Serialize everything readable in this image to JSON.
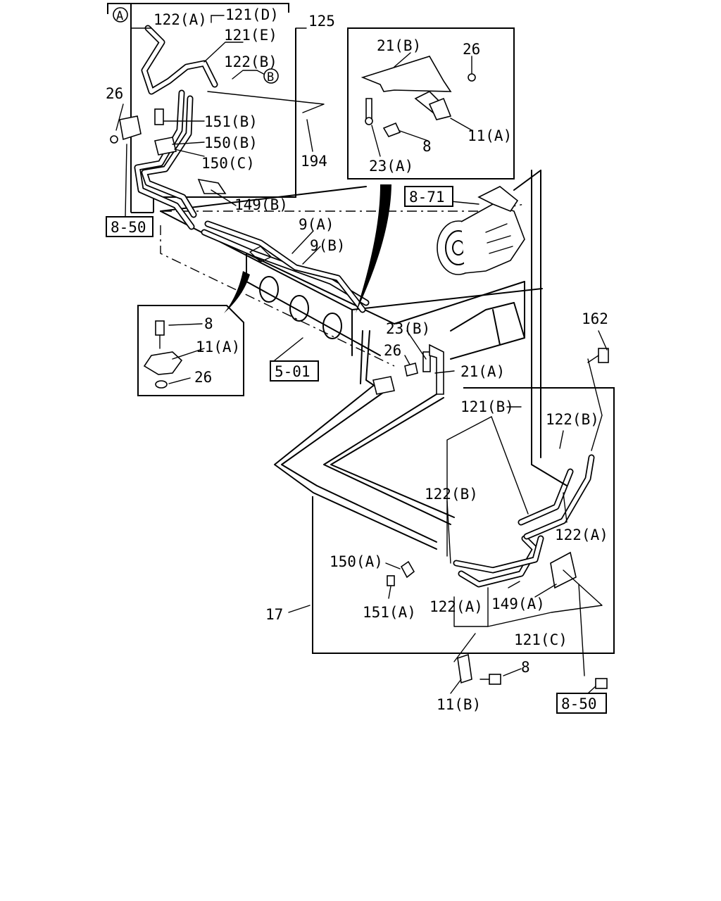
{
  "callouts": {
    "c_122A_top": "122(A)",
    "c_121D": "121(D)",
    "c_125": "125",
    "c_121E": "121(E)",
    "c_122B_top": "122(B)",
    "c_26_left": "26",
    "c_151B": "151(B)",
    "c_150B": "150(B)",
    "c_150C": "150(C)",
    "c_149B": "149(B)",
    "c_194": "194",
    "c_21B": "21(B)",
    "c_26_detail": "26",
    "c_8_detail": "8",
    "c_11A_detail": "11(A)",
    "c_23A": "23(A)",
    "c_9A": "9(A)",
    "c_9B": "9(B)",
    "c_8_inset": "8",
    "c_11A_inset": "11(A)",
    "c_26_inset": "26",
    "c_23B": "23(B)",
    "c_26_mid": "26",
    "c_21A": "21(A)",
    "c_162": "162",
    "c_121B": "121(B)",
    "c_122B_right": "122(B)",
    "c_122B_mid": "122(B)",
    "c_122A_right": "122(A)",
    "c_150A": "150(A)",
    "c_151A": "151(A)",
    "c_122A_low": "122(A)",
    "c_149A": "149(A)",
    "c_17": "17",
    "c_121C": "121(C)",
    "c_8_bottom": "8",
    "c_11B": "11(B)"
  },
  "refs": {
    "r_850_left": "8-50",
    "r_871": "8-71",
    "r_501": "5-01",
    "r_850_right": "8-50"
  },
  "markers": {
    "m_A": "A",
    "m_B": "B"
  }
}
